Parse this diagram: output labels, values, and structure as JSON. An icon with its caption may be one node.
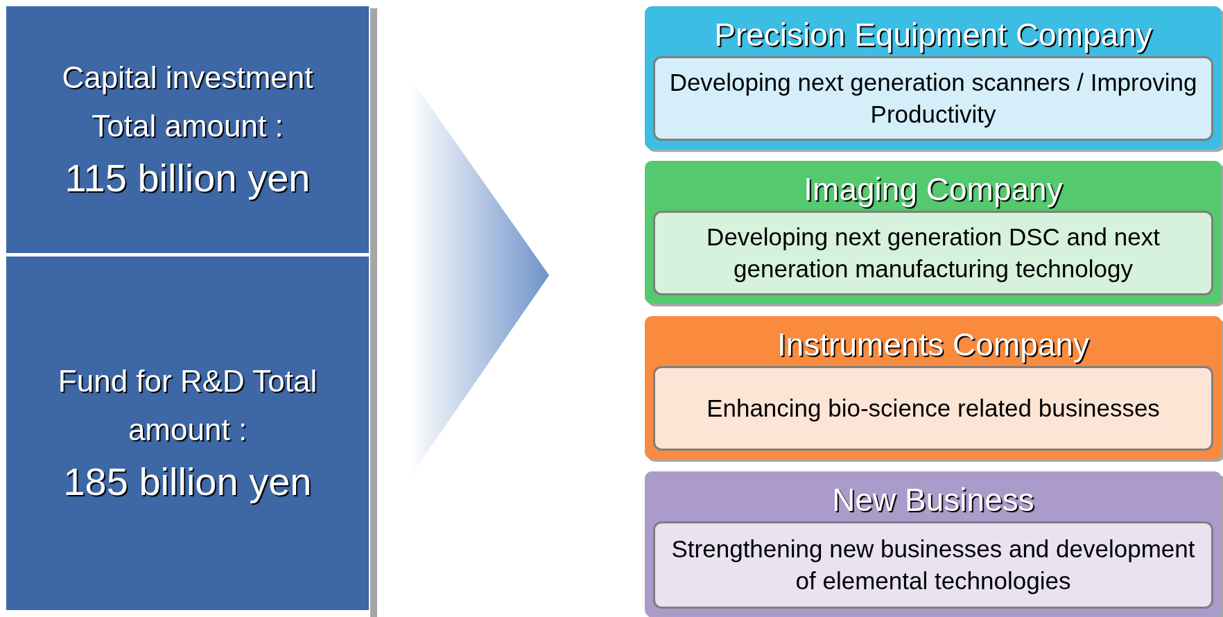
{
  "diagram": {
    "nodes": [
      {
        "text": [
          "Capital investment Total amount :",
          "115 billion yen"
        ]
      },
      {
        "text": [
          "Fund for R&D Total amount :",
          "185 billion yen"
        ]
      },
      {
        "text": [
          "Precision Equipment Company"
        ]
      },
      {
        "text": [
          "Developing next generation scanners / Improving Productivity"
        ],
        "in": 2
      },
      {
        "text": [
          "Imaging Company"
        ]
      },
      {
        "text": [
          "Developing next generation DSC and next generation manufacturing technology"
        ],
        "in": 4
      },
      {
        "text": [
          "Instruments Company"
        ]
      },
      {
        "text": [
          "Enhancing bio-science related businesses"
        ],
        "in": 6
      },
      {
        "text": [
          "New Business"
        ]
      },
      {
        "text": [
          "Strengthening new businesses and development of elemental technologies"
        ],
        "in": 8
      }
    ]
  }
}
